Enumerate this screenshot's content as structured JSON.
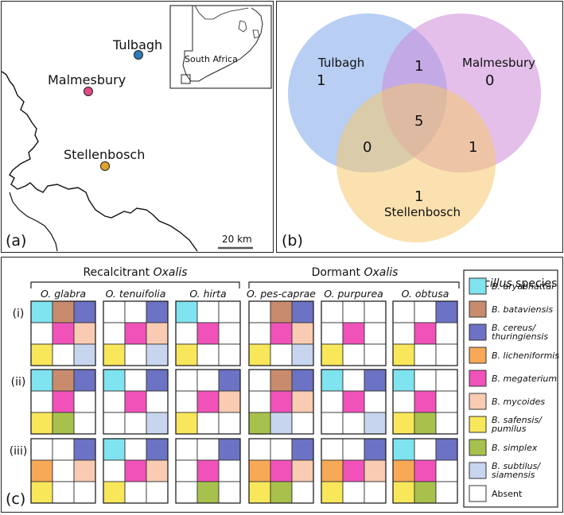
{
  "panel_a": {
    "label": "(a)",
    "sites": [
      {
        "name": "Tulbagh",
        "color": "#2f79b8"
      },
      {
        "name": "Malmesbury",
        "color": "#df4a86"
      },
      {
        "name": "Stellenbosch",
        "color": "#e0a42a"
      }
    ],
    "inset_label": "South Africa",
    "scalebar_label": "20 km"
  },
  "panel_b": {
    "label": "(b)",
    "sets": [
      {
        "name": "Tulbagh",
        "color": "#7ea6ea"
      },
      {
        "name": "Malmesbury",
        "color": "#cc8ad8"
      },
      {
        "name": "Stellenbosch",
        "color": "#f6c96e"
      }
    ],
    "counts": {
      "tulbagh_only": "1",
      "malmesbury_only": "0",
      "stellenbosch_only": "1",
      "tulbagh_malmesbury": "1",
      "tulbagh_stellenbosch": "0",
      "malmesbury_stellenbosch": "1",
      "all_three": "5"
    }
  },
  "panel_c": {
    "label": "(c)",
    "group_recalcitrant": {
      "prefix": "Recalcitrant ",
      "italic": "Oxalis"
    },
    "group_dormant": {
      "prefix": "Dormant ",
      "italic": "Oxalis"
    },
    "species": [
      "O. glabra",
      "O. tenuifolia",
      "O. hirta",
      "O. pes-caprae",
      "O. purpurea",
      "O. obtusa"
    ],
    "rows": [
      "(i)",
      "(ii)",
      "(iii)"
    ],
    "legend_title": {
      "italic": "Bacillus",
      "suffix": " species"
    },
    "legend": [
      {
        "key": "ary",
        "lines": [
          "B. aryabhattai"
        ],
        "italic": true,
        "color": "#7fe4f0"
      },
      {
        "key": "bat",
        "lines": [
          "B. bataviensis"
        ],
        "italic": true,
        "color": "#c98b6e"
      },
      {
        "key": "cer",
        "lines": [
          "B. cereus/",
          "thuringiensis"
        ],
        "italic": true,
        "color": "#6c72c4"
      },
      {
        "key": "lic",
        "lines": [
          "B. licheniformis"
        ],
        "italic": true,
        "color": "#f7a957"
      },
      {
        "key": "meg",
        "lines": [
          "B. megaterium"
        ],
        "italic": true,
        "color": "#f052b9"
      },
      {
        "key": "myc",
        "lines": [
          "B. mycoides"
        ],
        "italic": true,
        "color": "#f8cbb2"
      },
      {
        "key": "saf",
        "lines": [
          "B. safensis/",
          "pumilus"
        ],
        "italic": true,
        "color": "#f8e75a"
      },
      {
        "key": "sim",
        "lines": [
          "B. simplex"
        ],
        "italic": true,
        "color": "#a8c14c"
      },
      {
        "key": "sub",
        "lines": [
          "B. subtilus/",
          "siamensis"
        ],
        "italic": true,
        "color": "#c8d5ee"
      },
      {
        "key": "abs",
        "lines": [
          "Absent"
        ],
        "italic": false,
        "color": "#ffffff"
      }
    ],
    "grids": [
      [
        [
          "ary",
          "bat",
          "cer",
          "",
          "meg",
          "myc",
          "saf",
          "",
          "sub"
        ],
        [
          "",
          "",
          "cer",
          "",
          "meg",
          "myc",
          "saf",
          "",
          "sub"
        ],
        [
          "ary",
          "",
          "",
          "",
          "meg",
          "",
          "saf",
          "",
          ""
        ],
        [
          "",
          "bat",
          "cer",
          "",
          "meg",
          "myc",
          "saf",
          "",
          "sub"
        ],
        [
          "",
          "",
          "",
          "",
          "meg",
          "",
          "saf",
          "",
          ""
        ],
        [
          "",
          "",
          "cer",
          "",
          "meg",
          "",
          "saf",
          "",
          ""
        ]
      ],
      [
        [
          "ary",
          "bat",
          "cer",
          "",
          "meg",
          "",
          "saf",
          "sim",
          ""
        ],
        [
          "ary",
          "",
          "cer",
          "",
          "meg",
          "",
          "",
          "",
          "sub"
        ],
        [
          "",
          "",
          "cer",
          "",
          "meg",
          "myc",
          "saf",
          "",
          ""
        ],
        [
          "",
          "bat",
          "cer",
          "",
          "meg",
          "myc",
          "sim",
          "sub",
          ""
        ],
        [
          "ary",
          "",
          "cer",
          "",
          "meg",
          "",
          "",
          "",
          "sub"
        ],
        [
          "ary",
          "",
          "",
          "",
          "meg",
          "",
          "saf",
          "sim",
          ""
        ]
      ],
      [
        [
          "",
          "",
          "cer",
          "lic",
          "",
          "myc",
          "saf",
          "",
          ""
        ],
        [
          "ary",
          "",
          "cer",
          "",
          "meg",
          "myc",
          "saf",
          "",
          ""
        ],
        [
          "",
          "",
          "cer",
          "",
          "meg",
          "",
          "",
          "sim",
          ""
        ],
        [
          "",
          "",
          "cer",
          "lic",
          "meg",
          "myc",
          "saf",
          "sim",
          ""
        ],
        [
          "",
          "",
          "cer",
          "lic",
          "meg",
          "myc",
          "saf",
          "",
          ""
        ],
        [
          "ary",
          "",
          "cer",
          "lic",
          "meg",
          "",
          "saf",
          "sim",
          ""
        ]
      ]
    ]
  }
}
